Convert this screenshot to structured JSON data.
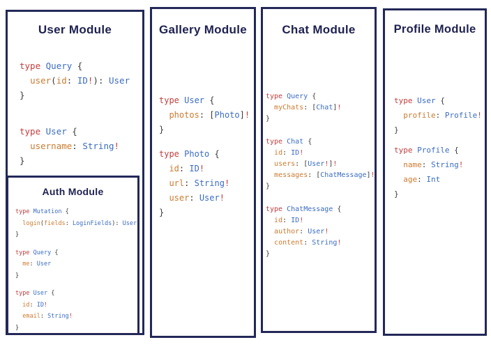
{
  "colors": {
    "panel_border": "#232858",
    "title_text": "#1e2150",
    "code_keyword": "#c13e3e",
    "code_typename": "#3a6cc3",
    "code_property": "#cc7b30",
    "code_punctuation": "#3b3b3b"
  },
  "modules": [
    {
      "id": "user",
      "title": "User Module",
      "blocks": [
        [
          [
            [
              "k",
              "type "
            ],
            [
              "t",
              "Query "
            ],
            [
              "p",
              "{"
            ]
          ],
          [
            [
              "p",
              "  "
            ],
            [
              "a",
              "user"
            ],
            [
              "p",
              "("
            ],
            [
              "a",
              "id"
            ],
            [
              "p",
              ": "
            ],
            [
              "t",
              "ID"
            ],
            [
              "k",
              "!"
            ],
            [
              "p",
              "): "
            ],
            [
              "t",
              "User"
            ]
          ],
          [
            [
              "p",
              "}"
            ]
          ]
        ],
        [
          [
            [
              "k",
              "type "
            ],
            [
              "t",
              "User "
            ],
            [
              "p",
              "{"
            ]
          ],
          [
            [
              "p",
              "  "
            ],
            [
              "a",
              "username"
            ],
            [
              "p",
              ": "
            ],
            [
              "t",
              "String"
            ],
            [
              "k",
              "!"
            ]
          ],
          [
            [
              "p",
              "}"
            ]
          ]
        ]
      ]
    },
    {
      "id": "auth",
      "title": "Auth Module",
      "blocks": [
        [
          [
            [
              "k",
              "type "
            ],
            [
              "t",
              "Mutation "
            ],
            [
              "p",
              "{"
            ]
          ],
          [
            [
              "p",
              "  "
            ],
            [
              "a",
              "login"
            ],
            [
              "p",
              "("
            ],
            [
              "a",
              "fields"
            ],
            [
              "p",
              ": "
            ],
            [
              "t",
              "LoginFields"
            ],
            [
              "p",
              "): "
            ],
            [
              "t",
              "User"
            ]
          ],
          [
            [
              "p",
              "}"
            ]
          ]
        ],
        [
          [
            [
              "k",
              "type "
            ],
            [
              "t",
              "Query "
            ],
            [
              "p",
              "{"
            ]
          ],
          [
            [
              "p",
              "  "
            ],
            [
              "a",
              "me"
            ],
            [
              "p",
              ": "
            ],
            [
              "t",
              "User"
            ]
          ],
          [
            [
              "p",
              "}"
            ]
          ]
        ],
        [
          [
            [
              "k",
              "type "
            ],
            [
              "t",
              "User "
            ],
            [
              "p",
              "{"
            ]
          ],
          [
            [
              "p",
              "  "
            ],
            [
              "a",
              "id"
            ],
            [
              "p",
              ": "
            ],
            [
              "t",
              "ID"
            ],
            [
              "k",
              "!"
            ]
          ],
          [
            [
              "p",
              "  "
            ],
            [
              "a",
              "email"
            ],
            [
              "p",
              ": "
            ],
            [
              "t",
              "String"
            ],
            [
              "k",
              "!"
            ]
          ],
          [
            [
              "p",
              "}"
            ]
          ]
        ]
      ]
    },
    {
      "id": "gallery",
      "title": "Gallery Module",
      "blocks": [
        [
          [
            [
              "k",
              "type "
            ],
            [
              "t",
              "User "
            ],
            [
              "p",
              "{"
            ]
          ],
          [
            [
              "p",
              "  "
            ],
            [
              "a",
              "photos"
            ],
            [
              "p",
              ": ["
            ],
            [
              "t",
              "Photo"
            ],
            [
              "p",
              "]"
            ],
            [
              "k",
              "!"
            ]
          ],
          [
            [
              "p",
              "}"
            ]
          ]
        ],
        [
          [
            [
              "k",
              "type "
            ],
            [
              "t",
              "Photo "
            ],
            [
              "p",
              "{"
            ]
          ],
          [
            [
              "p",
              "  "
            ],
            [
              "a",
              "id"
            ],
            [
              "p",
              ": "
            ],
            [
              "t",
              "ID"
            ],
            [
              "k",
              "!"
            ]
          ],
          [
            [
              "p",
              "  "
            ],
            [
              "a",
              "url"
            ],
            [
              "p",
              ": "
            ],
            [
              "t",
              "String"
            ],
            [
              "k",
              "!"
            ]
          ],
          [
            [
              "p",
              "  "
            ],
            [
              "a",
              "user"
            ],
            [
              "p",
              ": "
            ],
            [
              "t",
              "User"
            ],
            [
              "k",
              "!"
            ]
          ],
          [
            [
              "p",
              "}"
            ]
          ]
        ]
      ]
    },
    {
      "id": "chat",
      "title": "Chat Module",
      "blocks": [
        [
          [
            [
              "k",
              "type "
            ],
            [
              "t",
              "Query "
            ],
            [
              "p",
              "{"
            ]
          ],
          [
            [
              "p",
              "  "
            ],
            [
              "a",
              "myChats"
            ],
            [
              "p",
              ": ["
            ],
            [
              "t",
              "Chat"
            ],
            [
              "p",
              "]"
            ],
            [
              "k",
              "!"
            ]
          ],
          [
            [
              "p",
              "}"
            ]
          ]
        ],
        [
          [
            [
              "k",
              "type "
            ],
            [
              "t",
              "Chat "
            ],
            [
              "p",
              "{"
            ]
          ],
          [
            [
              "p",
              "  "
            ],
            [
              "a",
              "id"
            ],
            [
              "p",
              ": "
            ],
            [
              "t",
              "ID"
            ],
            [
              "k",
              "!"
            ]
          ],
          [
            [
              "p",
              "  "
            ],
            [
              "a",
              "users"
            ],
            [
              "p",
              ": ["
            ],
            [
              "t",
              "User"
            ],
            [
              "k",
              "!"
            ],
            [
              "p",
              "]"
            ],
            [
              "k",
              "!"
            ]
          ],
          [
            [
              "p",
              "  "
            ],
            [
              "a",
              "messages"
            ],
            [
              "p",
              ": ["
            ],
            [
              "t",
              "ChatMessage"
            ],
            [
              "p",
              "]"
            ],
            [
              "k",
              "!"
            ]
          ],
          [
            [
              "p",
              "}"
            ]
          ]
        ],
        [
          [
            [
              "k",
              "type "
            ],
            [
              "t",
              "ChatMessage "
            ],
            [
              "p",
              "{"
            ]
          ],
          [
            [
              "p",
              "  "
            ],
            [
              "a",
              "id"
            ],
            [
              "p",
              ": "
            ],
            [
              "t",
              "ID"
            ],
            [
              "k",
              "!"
            ]
          ],
          [
            [
              "p",
              "  "
            ],
            [
              "a",
              "author"
            ],
            [
              "p",
              ": "
            ],
            [
              "t",
              "User"
            ],
            [
              "k",
              "!"
            ]
          ],
          [
            [
              "p",
              "  "
            ],
            [
              "a",
              "content"
            ],
            [
              "p",
              ": "
            ],
            [
              "t",
              "String"
            ],
            [
              "k",
              "!"
            ]
          ],
          [
            [
              "p",
              "}"
            ]
          ]
        ]
      ]
    },
    {
      "id": "profile",
      "title": "Profile Module",
      "blocks": [
        [
          [
            [
              "k",
              "type "
            ],
            [
              "t",
              "User "
            ],
            [
              "p",
              "{"
            ]
          ],
          [
            [
              "p",
              "  "
            ],
            [
              "a",
              "profile"
            ],
            [
              "p",
              ": "
            ],
            [
              "t",
              "Profile"
            ],
            [
              "k",
              "!"
            ]
          ],
          [
            [
              "p",
              "}"
            ]
          ]
        ],
        [
          [
            [
              "k",
              "type "
            ],
            [
              "t",
              "Profile "
            ],
            [
              "p",
              "{"
            ]
          ],
          [
            [
              "p",
              "  "
            ],
            [
              "a",
              "name"
            ],
            [
              "p",
              ": "
            ],
            [
              "t",
              "String"
            ],
            [
              "k",
              "!"
            ]
          ],
          [
            [
              "p",
              "  "
            ],
            [
              "a",
              "age"
            ],
            [
              "p",
              ": "
            ],
            [
              "t",
              "Int"
            ]
          ],
          [
            [
              "p",
              "}"
            ]
          ]
        ]
      ]
    }
  ]
}
